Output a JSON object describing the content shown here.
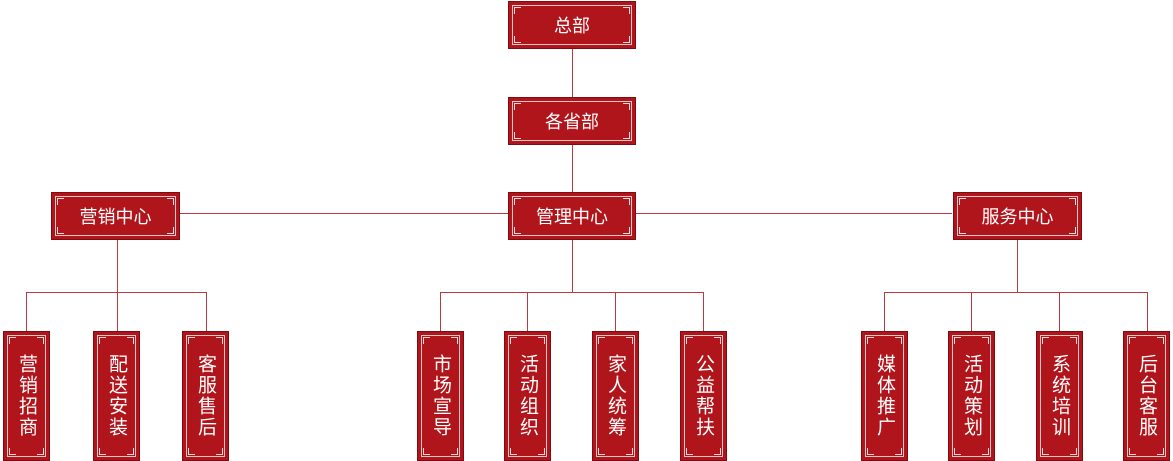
{
  "root": "总部",
  "level2": "各省部",
  "centers": {
    "marketing": "营销中心",
    "management": "管理中心",
    "service": "服务中心"
  },
  "marketing_units": [
    "营销招商",
    "配送安装",
    "客服售后"
  ],
  "management_units": [
    "市场宣导",
    "活动组织",
    "家人统筹",
    "公益帮扶"
  ],
  "service_units": [
    "媒体推广",
    "活动策划",
    "系统培训",
    "后台客服"
  ],
  "colors": {
    "box_fill": "#b1151c",
    "line": "#b83a42",
    "text": "#ffffff"
  }
}
